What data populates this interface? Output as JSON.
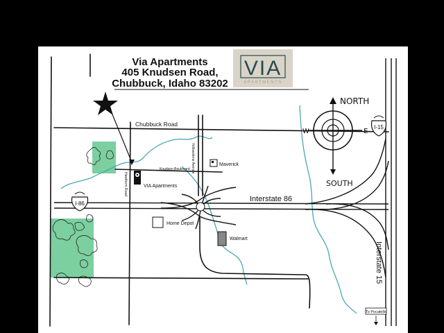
{
  "header": {
    "name": "Via Apartments",
    "street": "405 Knudsen Road,",
    "city": "Chubbuck, Idaho 83202"
  },
  "logo": {
    "mark": "VIA",
    "caption": "APARTMENTS",
    "colors": {
      "background": "#d9d4c7",
      "mark": "#2a4a52",
      "caption": "#a9a08a"
    }
  },
  "roads": {
    "chubbuck": "Chubbuck Road",
    "yellowstone": "Yellowstone Avenue",
    "knudsen": "Knudsen Boulevard",
    "hawthorn": "Hawthorn Road",
    "i86_label": "Interstate 86",
    "i86_shield": "I-86",
    "i15_label": "Interstate 15",
    "i15_shield": "I-15",
    "pocatello": "To Pocatello"
  },
  "places": {
    "via": "VIA Apartments",
    "maverick": "Maverick",
    "home_depot": "Home Depot",
    "walmart": "Walmart"
  },
  "compass": {
    "north": "NORTH",
    "south": "SOUTH",
    "west": "W",
    "east": "E"
  },
  "colors": {
    "river": "#4aa7b5",
    "park": "#7ccf9f",
    "map_bg": "#ffffff"
  }
}
